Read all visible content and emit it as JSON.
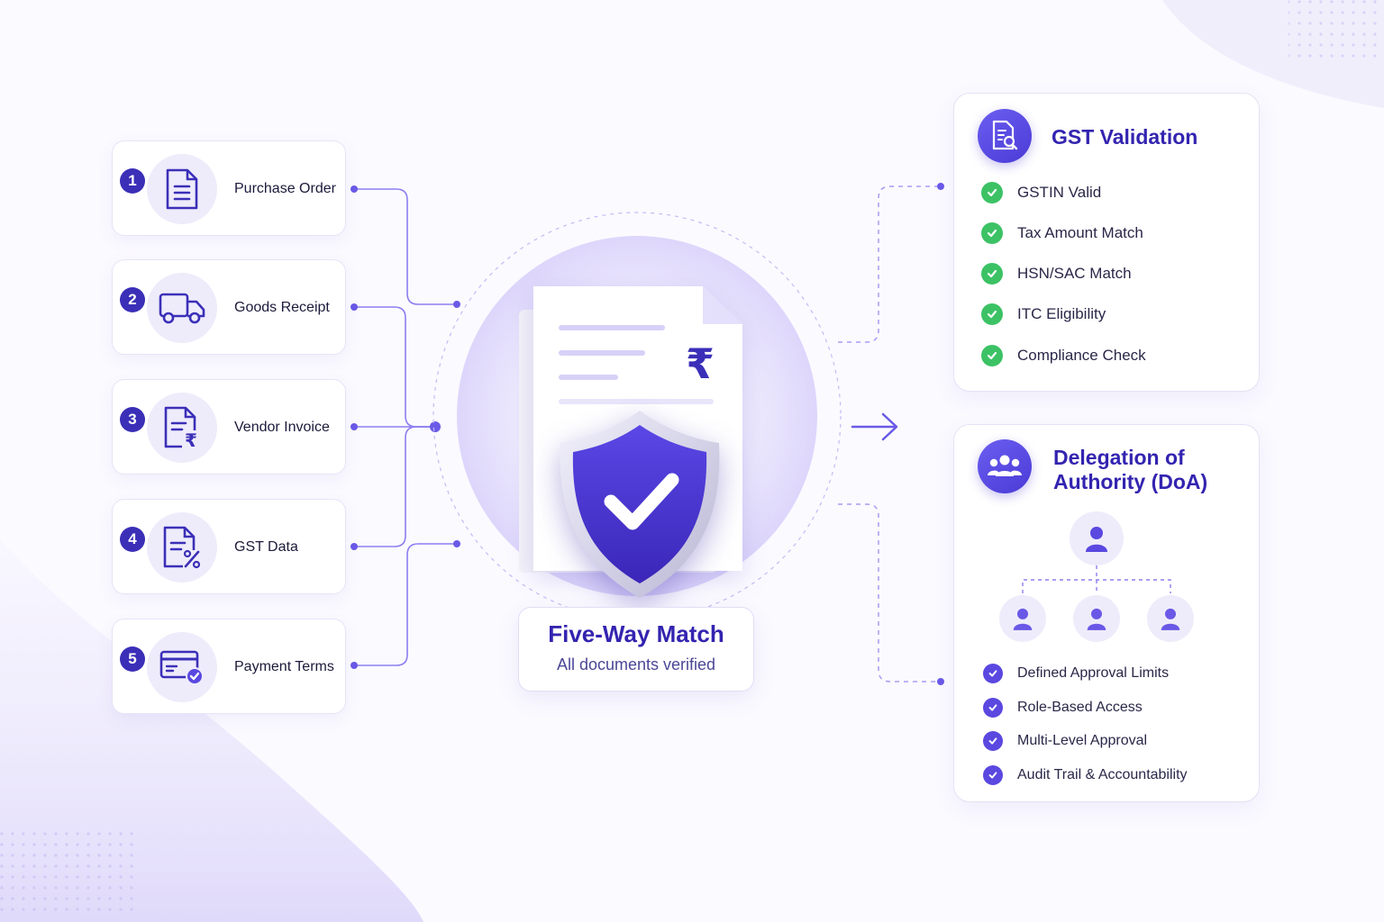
{
  "inputs": [
    {
      "num": "1",
      "label": "Purchase Order",
      "icon": "document-icon"
    },
    {
      "num": "2",
      "label": "Goods Receipt",
      "icon": "truck-icon"
    },
    {
      "num": "3",
      "label": "Vendor Invoice",
      "icon": "invoice-rupee-icon"
    },
    {
      "num": "4",
      "label": "GST Data",
      "icon": "document-percent-icon"
    },
    {
      "num": "5",
      "label": "Payment Terms",
      "icon": "card-check-icon"
    }
  ],
  "center": {
    "title": "Five-Way Match",
    "subtitle": "All documents verified",
    "currency_symbol": "₹"
  },
  "gst": {
    "title": "GST Validation",
    "items": [
      "GSTIN Valid",
      "Tax Amount Match",
      "HSN/SAC Match",
      "ITC Eligibility",
      "Compliance Check"
    ]
  },
  "doa": {
    "title_line1": "Delegation of",
    "title_line2": "Authority (DoA)",
    "items": [
      "Defined Approval Limits",
      "Role-Based Access",
      "Multi-Level Approval",
      "Audit Trail & Accountability"
    ]
  },
  "colors": {
    "accent": "#3b2fb8",
    "accent_light": "#6b5ef0",
    "check_green": "#3cc265",
    "connector": "#8c7ef0"
  }
}
